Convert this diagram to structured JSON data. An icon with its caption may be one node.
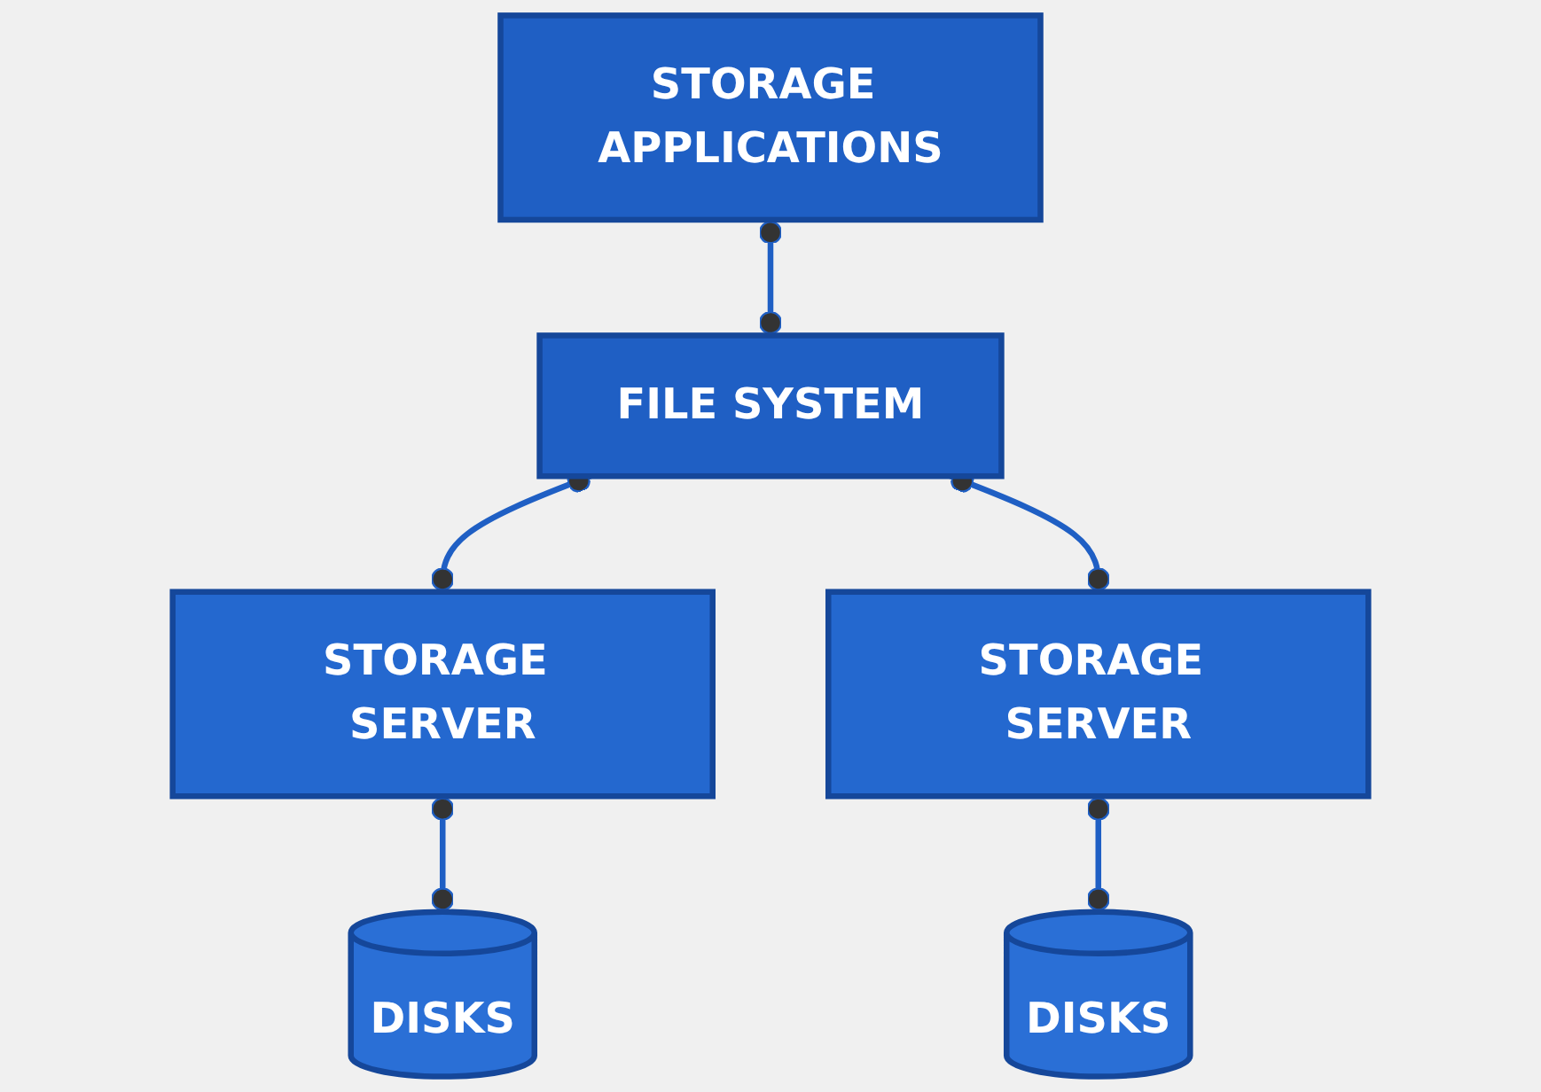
{
  "diagram": {
    "nodes": [
      {
        "text": [
          "STORAGE APPLICATIONS"
        ]
      },
      {
        "text": [
          "FILE SYSTEM"
        ]
      },
      {
        "text": [
          "STORAGE SERVER"
        ]
      },
      {
        "text": [
          "STORAGE SERVER"
        ]
      },
      {
        "text": [
          "DISKS"
        ]
      },
      {
        "text": [
          "DISKS"
        ]
      }
    ],
    "edges": [
      {
        "from": 0,
        "to": 1,
        "arrow": "other"
      },
      {
        "from": 1,
        "to": 2,
        "arrow": "other"
      },
      {
        "from": 1,
        "to": 3,
        "arrow": "other"
      },
      {
        "from": 2,
        "to": 4,
        "arrow": "other"
      },
      {
        "from": 3,
        "to": 5,
        "arrow": "other"
      }
    ]
  }
}
